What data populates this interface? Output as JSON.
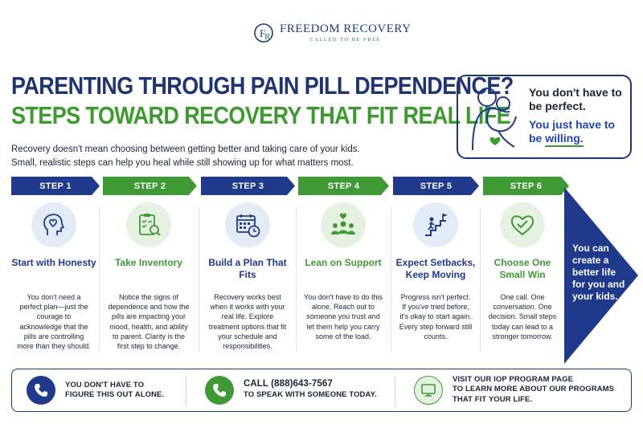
{
  "brand": {
    "name": "FREEDOM RECOVERY",
    "tagline": "CALLED TO BE FREE"
  },
  "headline": {
    "line1": "PARENTING THROUGH PAIN PILL DEPENDENCE?",
    "line2": "STEPS TOWARD RECOVERY THAT FIT REAL LIFE"
  },
  "intro": {
    "line1": "Recovery doesn't mean choosing between getting better and taking care of your kids.",
    "line2": "Small, realistic steps can help you heal while still showing up for what matters most."
  },
  "callout": {
    "line1": "You don't have to be perfect.",
    "line2a": "You just have to be ",
    "line2b": "willing."
  },
  "steps": [
    {
      "label": "STEP 1",
      "title": "Start with Honesty",
      "icon": "head-heart-icon",
      "body": "You don't need a perfect plan—just the courage to acknowledge that the pills are controlling more than they should."
    },
    {
      "label": "STEP 2",
      "title": "Take Inventory",
      "icon": "checklist-magnifier-icon",
      "body": "Notice the signs of dependence and how the pills are impacting your mood, health, and ability to parent. Clarity is the first step to change."
    },
    {
      "label": "STEP 3",
      "title": "Build a Plan That Fits",
      "icon": "calendar-clock-icon",
      "body": "Recovery works best when it works with your real life. Explore treatment options that fit your schedule and responsibilities."
    },
    {
      "label": "STEP 4",
      "title": "Lean on Support",
      "icon": "support-group-icon",
      "body": "You don't have to do this alone. Reach out to someone you trust and let them help you carry some of the load."
    },
    {
      "label": "STEP 5",
      "title": "Expect Setbacks, Keep Moving",
      "icon": "stairs-flag-icon",
      "body": "Progress isn't perfect. If you've tried before, it's okay to start again. Every step forward still counts."
    },
    {
      "label": "STEP 6",
      "title": "Choose One Small Win",
      "icon": "heart-check-icon",
      "body": "One call. One conversation. One decision. Small steps today can lead to a stronger tomorrow."
    }
  ],
  "arrow_text": "You can create a better life for you and your kids.",
  "bottom": {
    "item1": {
      "line1": "YOU DON'T HAVE TO",
      "line2": "FIGURE THIS OUT ALONE."
    },
    "item2": {
      "line1": "CALL (888)643-7567",
      "line2": "TO SPEAK WITH SOMEONE TODAY."
    },
    "item3": {
      "line1": "VISIT OUR IOP PROGRAM PAGE",
      "line2": "TO LEARN MORE ABOUT OUR PROGRAMS",
      "line3": "THAT FIT YOUR LIFE."
    }
  },
  "colors": {
    "navy": "#1f3a8a",
    "green": "#3f9a35",
    "text": "#1c2436"
  }
}
